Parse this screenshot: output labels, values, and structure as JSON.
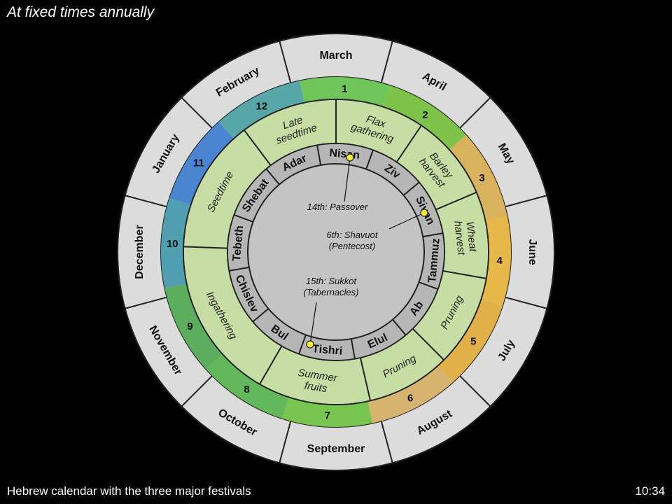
{
  "title": "At fixed times annually",
  "caption": "Hebrew calendar with the three major festivals",
  "clock": "10:34",
  "gregorian_months": [
    "March",
    "April",
    "May",
    "June",
    "July",
    "August",
    "September",
    "October",
    "November",
    "December",
    "January",
    "February"
  ],
  "month_numbers": [
    "1",
    "2",
    "3",
    "4",
    "5",
    "6",
    "7",
    "8",
    "9",
    "10",
    "11",
    "12"
  ],
  "season_colors": [
    "#6fc55a",
    "#7ec24a",
    "#d8b25c",
    "#e6b84a",
    "#e1b048",
    "#d6b470",
    "#78c64f",
    "#62b85a",
    "#5cae5e",
    "#4f9fb0",
    "#4b84d0",
    "#57a6a8"
  ],
  "seasons": [
    {
      "lines": [
        "Flax",
        "gathering"
      ]
    },
    {
      "lines": [
        "Barley",
        "harvest"
      ]
    },
    {
      "lines": [
        "Wheat",
        "harvest"
      ]
    },
    {
      "lines": [
        "Pruning"
      ]
    },
    {
      "lines": [
        "Pruning"
      ]
    },
    {
      "lines": [
        "Summer",
        "fruits"
      ]
    },
    {
      "lines": [
        "Ingathering"
      ]
    },
    {
      "lines": [
        "Seedtime"
      ]
    },
    {
      "lines": [
        "Late",
        "seedtime"
      ]
    }
  ],
  "hebrew_months": [
    "Nisan",
    "Ziv",
    "Sivan",
    "Tammuz",
    "Ab",
    "Elul",
    "Tishri",
    "Bul",
    "Chislev",
    "Tebeth",
    "Shebat",
    "Adar"
  ],
  "festivals": [
    {
      "lines": [
        "14th: Passover"
      ]
    },
    {
      "lines": [
        "6th: Shavuot",
        "(Pentecost)"
      ]
    },
    {
      "lines": [
        "15th: Sukkot",
        "(Tabernacles)"
      ]
    }
  ]
}
